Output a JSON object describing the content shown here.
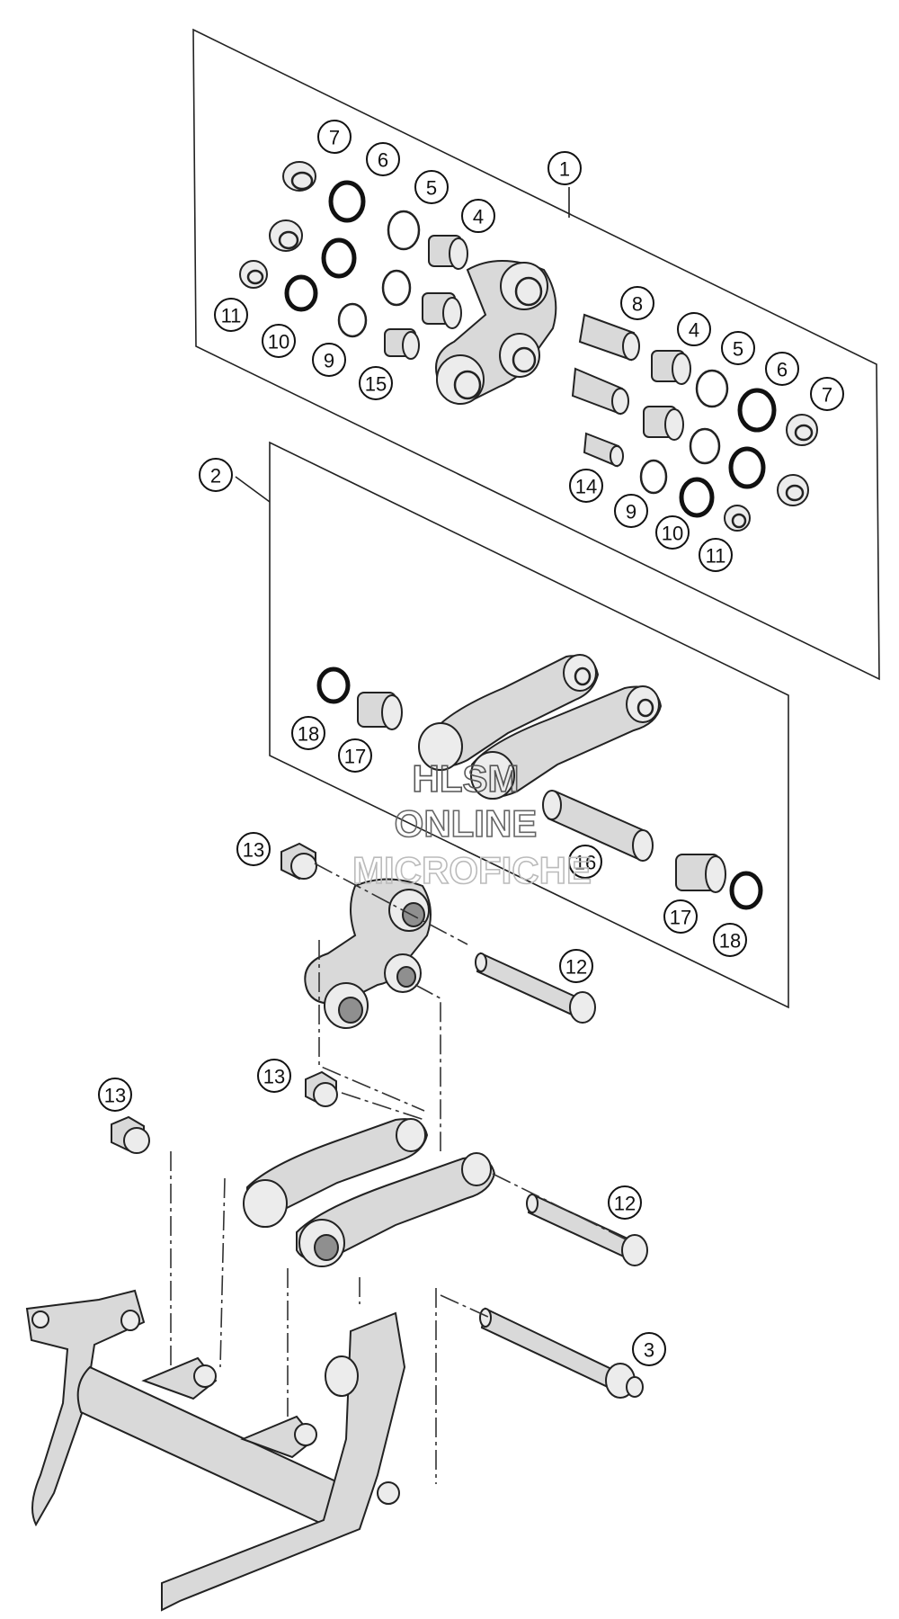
{
  "callouts": [
    "1",
    "2",
    "3",
    "4",
    "5",
    "6",
    "7",
    "8",
    "9",
    "10",
    "11",
    "12",
    "13",
    "14",
    "15",
    "16",
    "17",
    "18"
  ],
  "watermark": {
    "line1": "HLSM",
    "line2": "ONLINE",
    "line3": "MICROFICHE"
  },
  "colors": {
    "line": "#222222",
    "part_fill": "#d9d9d9",
    "watermark": "#555555"
  }
}
